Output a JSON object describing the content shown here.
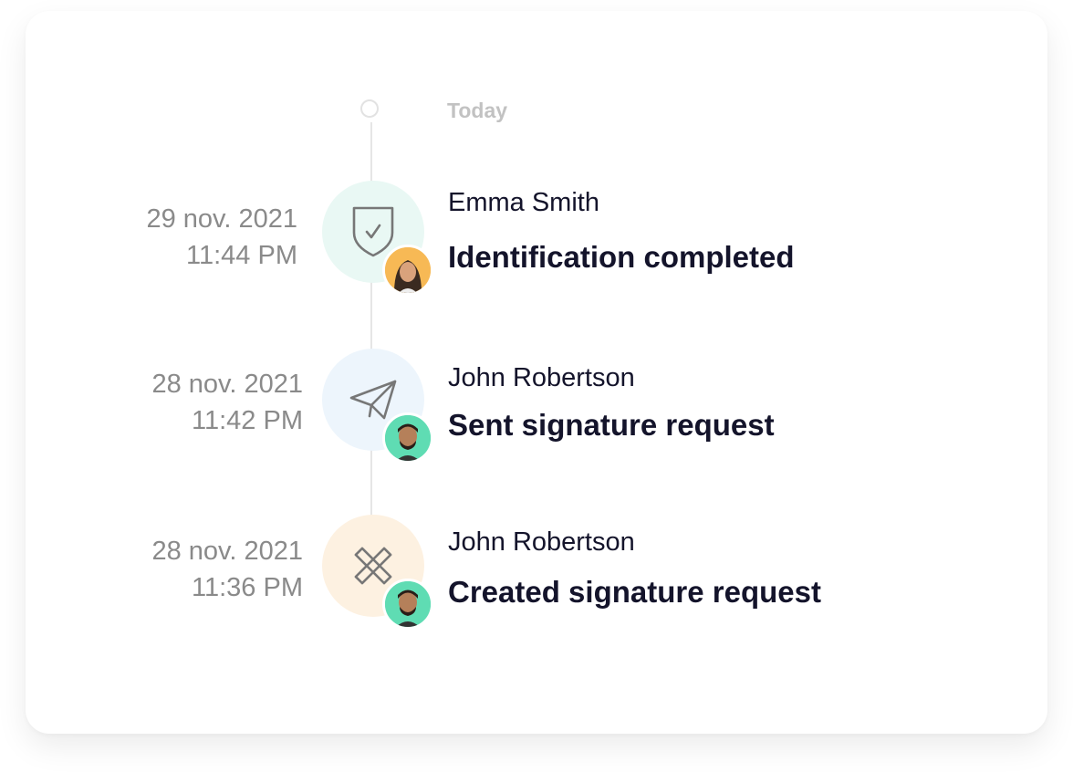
{
  "timeline": {
    "today_label": "Today",
    "events": [
      {
        "date": "29 nov. 2021",
        "time": "11:44 PM",
        "user": "Emma Smith",
        "action": "Identification completed",
        "icon": "shield-check-icon",
        "circle_color": "#e9f8f4",
        "avatar_bg": "#f7b955"
      },
      {
        "date": "28 nov. 2021",
        "time": "11:42 PM",
        "user": "John Robertson",
        "action": "Sent signature request",
        "icon": "paper-plane-icon",
        "circle_color": "#edf5fc",
        "avatar_bg": "#5fdcb3"
      },
      {
        "date": "28 nov. 2021",
        "time": "11:36 PM",
        "user": "John Robertson",
        "action": "Created signature request",
        "icon": "pencil-ruler-icon",
        "circle_color": "#fdf1e1",
        "avatar_bg": "#5fdcb3"
      }
    ]
  }
}
